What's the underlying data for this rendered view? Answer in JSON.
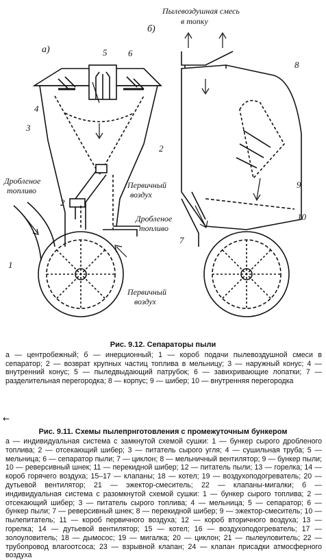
{
  "figure": {
    "label_a": "а)",
    "label_b": "б)",
    "top_text_line1": "Пылевоздушная смесь",
    "top_text_line2": "в топку",
    "crushed_fuel_left_1": "Дробленое",
    "crushed_fuel_left_2": "топливо",
    "primary_air_1": "Первичный",
    "primary_air_2": "воздух",
    "crushed_fuel_right_1": "Дробленое",
    "crushed_fuel_right_2": "топливо",
    "primary_air_bottom_1": "Первичный",
    "primary_air_bottom_2": "воздух",
    "n1": "1",
    "n2": "2",
    "n3": "3",
    "n4": "4",
    "n5": "5",
    "n6": "6",
    "b2": "2",
    "b7": "7",
    "b8": "8",
    "b9": "9",
    "b10": "10"
  },
  "caption1": {
    "title": "Рис. 9.12. Сепараторы пыли",
    "body": "а — центробежный; б — инерционный; 1 — короб подачи пылевоздушной смеси в сепаратор; 2 — возврат крупных частиц топлива в мельницу; 3 — наружный конус; 4 — внутренний конус; 5 — пыледвыдающий патрубок; 6 — завихривающие лопатки; 7 — разделительная перегородка; 8 — корпус; 9 — шибер; 10 — внутренняя перегородка"
  },
  "arrow": "←",
  "caption2": {
    "title": "Рис. 9.11. Схемы пылепрнготовления с промежуточным бункером",
    "body": "а — индивидуальная система с замкнутой схемой сушки: 1 — бункер сырого дробленого топлива; 2 — отсекающий шибер; 3 — питатель сырого угля; 4 — сушильная труба; 5 — мельница; 6 — сепаратор пыли; 7 — циклон; 8 — мельничный вентилятор; 9 — бункер пыли; 10 — реверсивный шнек; 11 — перекидной шибер; 12 — питатель пыли; 13 — горелка; 14 — короб горячего воздуха; 15–17 — клапаны; 18 — котел; 19 — воздухоподогреватель; 20 — дутьевой вентилятор; 21 — эжектор-смеситель; 22 — клапаны-мигалки; б — индивидуальная система с разомкнутой схемой сушки: 1 — бункер сырого топлива; 2 — отсекающий шибер; 3 — питатель сырого топлива; 4 — мельница; 5 — сепаратор; 6 — бункер пыли; 7 — реверсивный шнек; 8 — перекидной шибер; 9 — эжектор-смеситель; 10 — пылепитатель; 11 — короб первичного воздуха; 12 — короб вторичного воздуха; 13 — горелка; 14 — дутьевой вентилятор; 15 — котел; 16 — воздухоподогреватель; 17 — золоуловитель; 18 — дымосос; 19 — мигалка; 20 — циклон; 21 — пылеуловитель; 22 — трубопровод влагоотсоса; 23 — взрывной клапан; 24 — клапан присадки атмосферного воздуха"
  }
}
